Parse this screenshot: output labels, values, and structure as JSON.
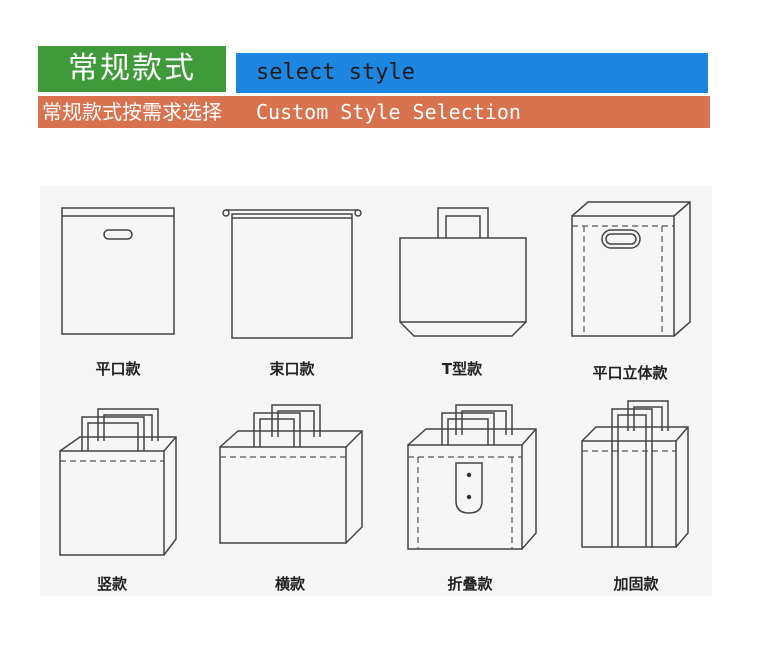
{
  "header": {
    "badge_cn": "常规款式",
    "select_en": "select style",
    "sub_cn": "常规款式按需求选择",
    "sub_en": "Custom Style Selection"
  },
  "styles": [
    {
      "label": "平口款",
      "icon": "flat-die-cut-bag-icon"
    },
    {
      "label": "束口款",
      "icon": "drawstring-bag-icon"
    },
    {
      "label": "T型款",
      "icon": "t-shape-bag-icon"
    },
    {
      "label": "平口立体款",
      "icon": "3d-die-cut-bag-icon"
    },
    {
      "label": "竖款",
      "icon": "vertical-tote-icon"
    },
    {
      "label": "横款",
      "icon": "horizontal-tote-icon"
    },
    {
      "label": "折叠款",
      "icon": "foldable-bag-icon"
    },
    {
      "label": "加固款",
      "icon": "reinforced-bag-icon"
    }
  ],
  "colors": {
    "green": "#3f9a3a",
    "blue": "#1d86e0",
    "orange": "#d9734f"
  }
}
